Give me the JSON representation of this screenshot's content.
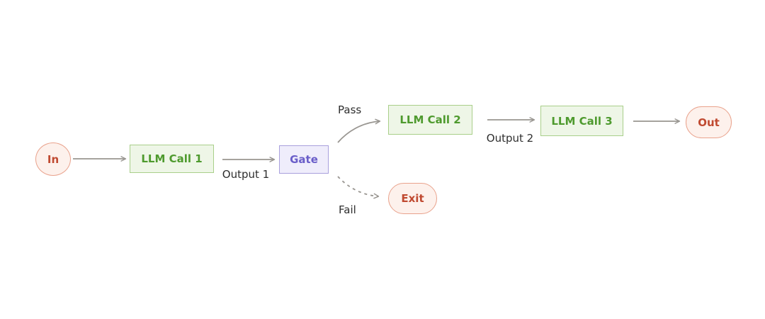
{
  "diagram_type": "flowchart-left-to-right",
  "nodes": [
    {
      "id": "in",
      "label": "In",
      "shape": "ellipse",
      "color": "red"
    },
    {
      "id": "llm1",
      "label": "LLM Call 1",
      "shape": "rect",
      "color": "green"
    },
    {
      "id": "gate",
      "label": "Gate",
      "shape": "rect",
      "color": "purple"
    },
    {
      "id": "llm2",
      "label": "LLM Call 2",
      "shape": "rect",
      "color": "green"
    },
    {
      "id": "llm3",
      "label": "LLM Call 3",
      "shape": "rect",
      "color": "green"
    },
    {
      "id": "exit",
      "label": "Exit",
      "shape": "stadium",
      "color": "red"
    },
    {
      "id": "out",
      "label": "Out",
      "shape": "stadium",
      "color": "red"
    }
  ],
  "edges": [
    {
      "from": "in",
      "to": "llm1",
      "label": "",
      "style": "solid"
    },
    {
      "from": "llm1",
      "to": "gate",
      "label": "Output 1",
      "style": "solid"
    },
    {
      "from": "gate",
      "to": "llm2",
      "label": "Pass",
      "style": "solid-curve"
    },
    {
      "from": "gate",
      "to": "exit",
      "label": "Fail",
      "style": "dashed-curve"
    },
    {
      "from": "llm2",
      "to": "llm3",
      "label": "Output 2",
      "style": "solid"
    },
    {
      "from": "llm3",
      "to": "out",
      "label": "",
      "style": "solid"
    }
  ],
  "colors": {
    "green_fill": "#eef6e7",
    "green_border": "#a9cf8a",
    "green_text": "#4e9a2e",
    "purple_fill": "#efedfb",
    "purple_border": "#a9a0dd",
    "purple_text": "#6a5ec9",
    "red_fill": "#fdf1ec",
    "red_border": "#e9a28c",
    "red_text": "#c04a31",
    "arrow": "#999691",
    "label_text": "#2e2e2e"
  }
}
